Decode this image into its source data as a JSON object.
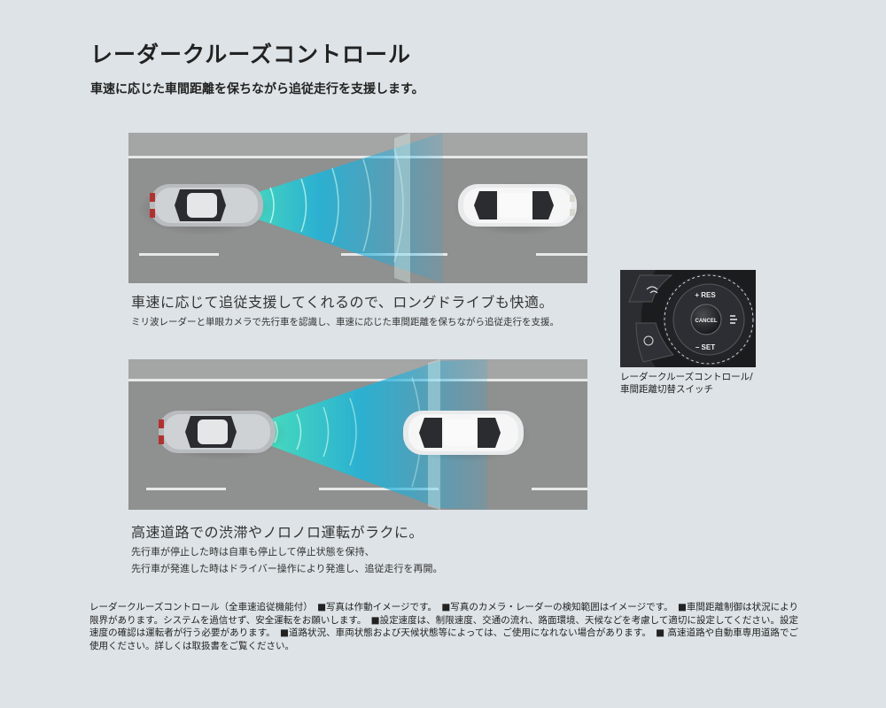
{
  "title": "レーダークルーズコントロール",
  "subtitle": "車速に応じた車間距離を保ちながら追従走行を支援します。",
  "scene1": {
    "caption_main": "車速に応じて追従支援してくれるので、ロングドライブも快適。",
    "caption_sub": "ミリ波レーダーと単眼カメラで先行車を認識し、車速に応じた車間距離を保ちながら追従走行を支援。"
  },
  "scene2": {
    "caption_main": "高速道路での渋滞やノロノロ運転がラクに。",
    "caption_sub_1": "先行車が停止した時は自車も停止して停止状態を保持、",
    "caption_sub_2": "先行車が発進した時はドライバー操作により発進し、追従走行を再開。"
  },
  "switch": {
    "res_label": "+ RES",
    "cancel_label": "CANCEL",
    "set_label": "– SET",
    "caption_line1": "レーダークルーズコントロール/",
    "caption_line2": "車間距離切替スイッチ"
  },
  "footnote": "レーダークルーズコントロール（全車速追従機能付）　■写真は作動イメージです。　■写真のカメラ・レーダーの検知範囲はイメージです。　■車間距離制御は状況により限界があります。システムを過信せず、安全運転をお願いします。　■設定速度は、制限速度、交通の流れ、路面環境、天候などを考慮して適切に設定してください。設定速度の確認は運転者が行う必要があります。　■道路状況、車両状態および天候状態等によっては、ご使用になれない場合があります。　■ 高速道路や自動車専用道路でご使用ください。詳しくは取扱書をご覧ください。",
  "colors": {
    "background": "#dde3e7",
    "road": "#8f9090",
    "radar_green": "#3fe0b0",
    "radar_blue": "#1aa8d8"
  }
}
